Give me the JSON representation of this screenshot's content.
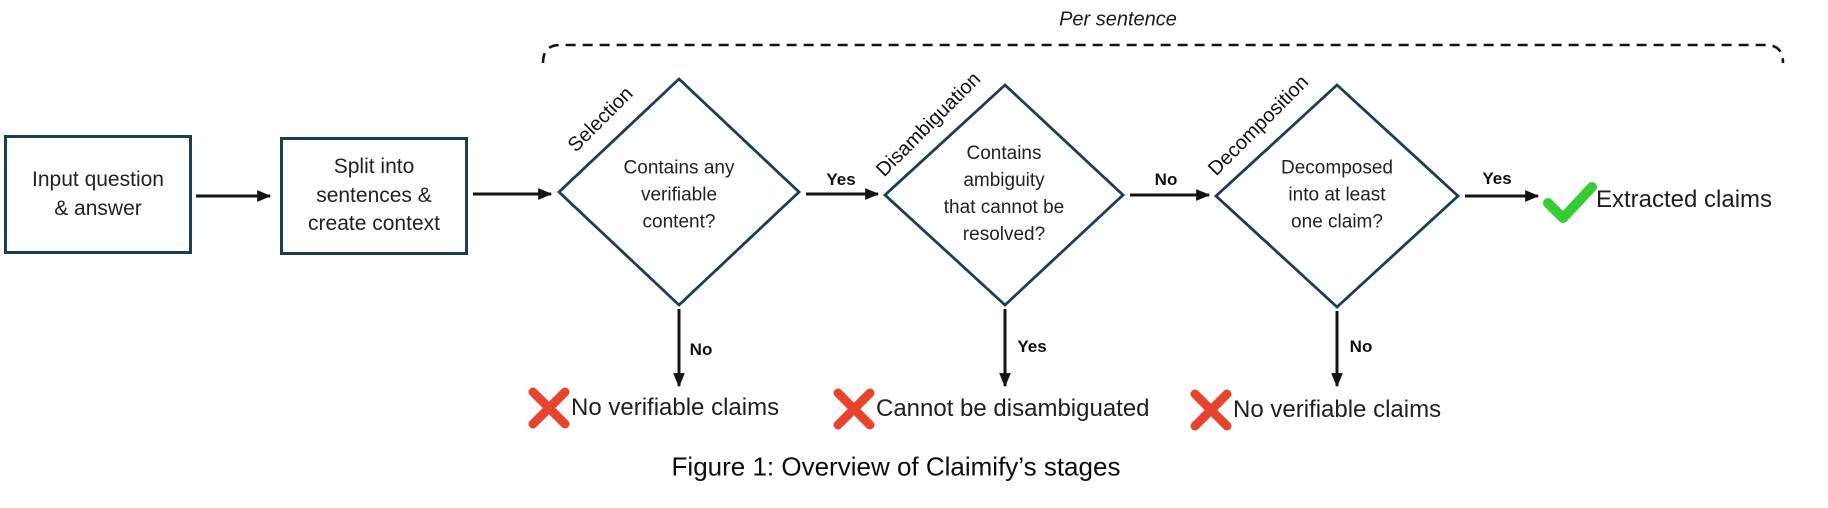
{
  "colors": {
    "outline": "#1c3e52",
    "ink": "#141414",
    "fail": "#e8432c",
    "success": "#33cc33",
    "text": "#1f2124"
  },
  "bracket": {
    "label": "Per sentence"
  },
  "boxes": {
    "input": {
      "lines": [
        "Input question",
        "& answer"
      ]
    },
    "split": {
      "lines": [
        "Split into",
        "sentences &",
        "create context"
      ]
    }
  },
  "stages": {
    "selection": {
      "label": "Selection",
      "lines": [
        "Contains any",
        "verifiable",
        "content?"
      ]
    },
    "disambiguation": {
      "label": "Disambiguation",
      "lines": [
        "Contains",
        "ambiguity",
        "that cannot be",
        "resolved?"
      ]
    },
    "decomposition": {
      "label": "Decomposition",
      "lines": [
        "Decomposed",
        "into at least",
        "one claim?"
      ]
    }
  },
  "edge_labels": {
    "selection_yes": "Yes",
    "disambiguation_no": "No",
    "decomposition_yes": "Yes",
    "selection_no": "No",
    "disambiguation_yes": "Yes",
    "decomposition_no": "No"
  },
  "outcomes": {
    "extracted": "Extracted claims",
    "no_verifiable_1": "No verifiable claims",
    "cannot_disambiguate": "Cannot be disambiguated",
    "no_verifiable_2": "No verifiable claims"
  },
  "icons": {
    "fail": "x-icon",
    "success": "check-icon"
  },
  "caption": "Figure 1: Overview of Claimify’s stages"
}
